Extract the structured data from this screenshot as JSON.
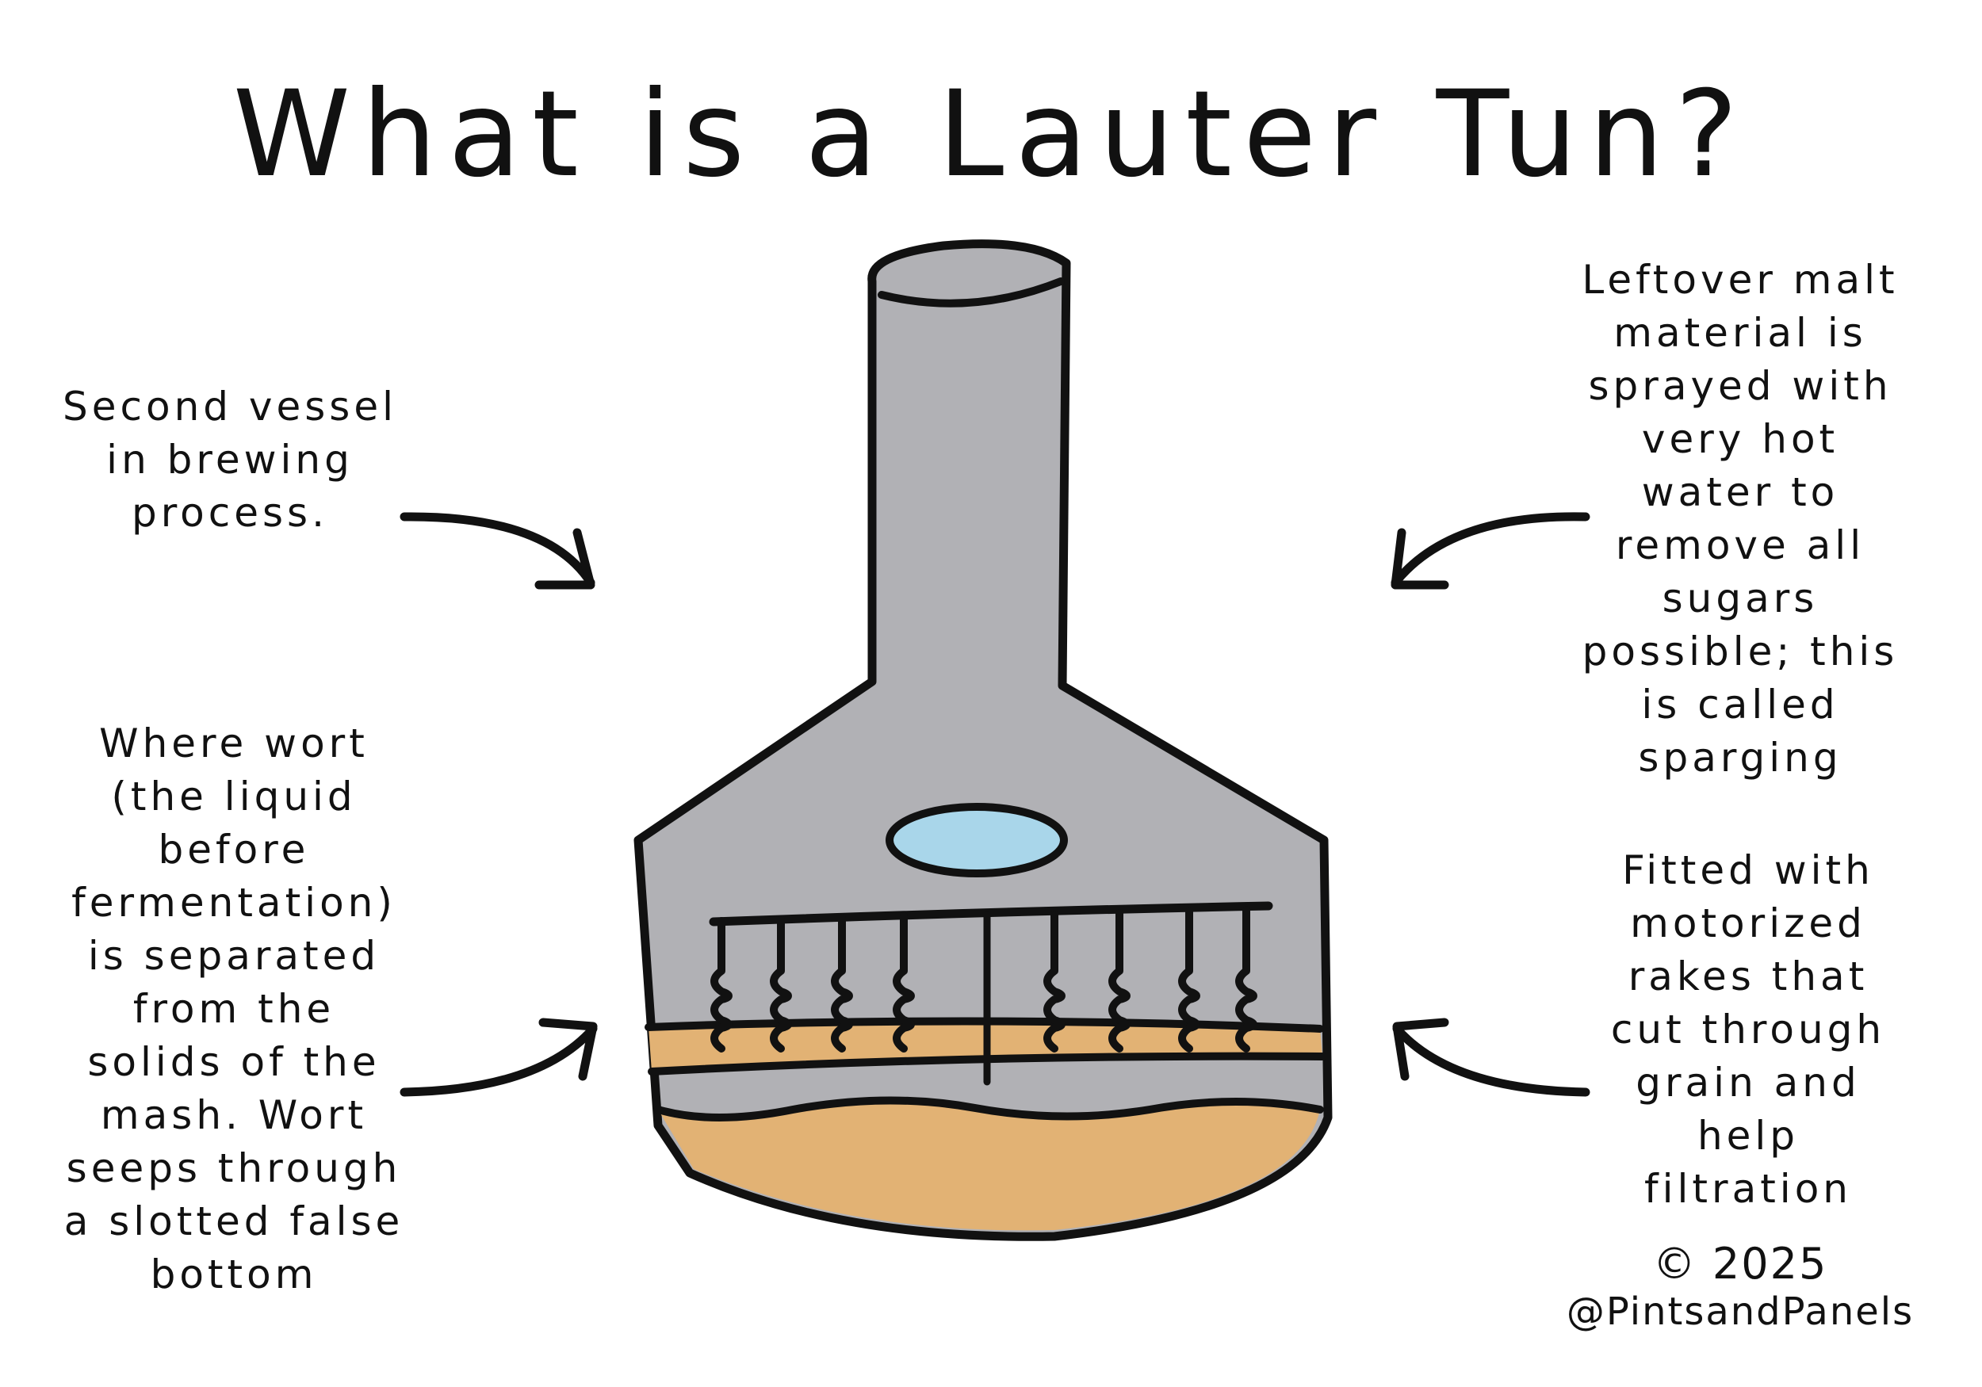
{
  "title": "What is a Lauter Tun?",
  "notes": {
    "second_vessel": [
      "Second vessel",
      "in brewing",
      "process."
    ],
    "wort": [
      "Where wort",
      "(the liquid",
      "before",
      "fermentation)",
      "is separated",
      "from the",
      "solids of the",
      "mash. Wort",
      "seeps through",
      "a slotted false",
      "bottom"
    ],
    "sparging": [
      "Leftover malt",
      "material is",
      "sprayed with",
      "very hot",
      "water to",
      "remove all",
      "sugars",
      "possible; this",
      "is called",
      "sparging"
    ],
    "rakes": [
      "Fitted with",
      "motorized",
      "rakes that",
      "cut through",
      "grain and",
      "help",
      "filtration"
    ]
  },
  "credit": {
    "copyright": "© 2025",
    "handle": "@PintsandPanels"
  },
  "colors": {
    "vessel": "#b1b1b5",
    "outline": "#111111",
    "grain": "#e2b274",
    "window": "#a9d6ea",
    "background": "#ffffff"
  }
}
